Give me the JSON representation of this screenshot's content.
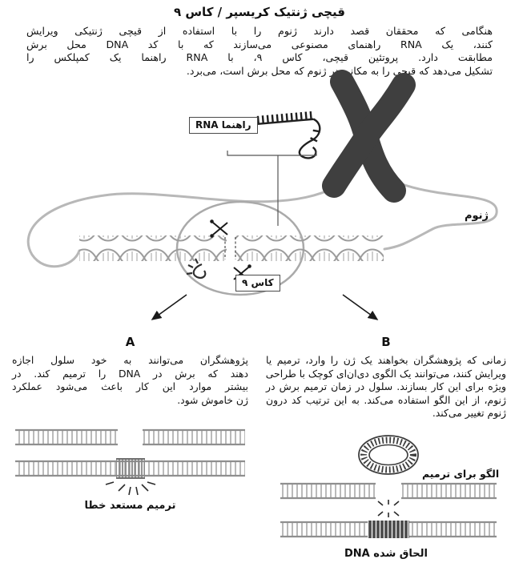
{
  "title": "قیچی ژنتیک کریسپر / کاس ۹",
  "intro": {
    "lines": [
      "هنگامی که محققان قصد دارند ژنوم را با استفاده از قیچی ژنتیکی ویرایش",
      "کنند، یک RNA راهنمای مصنوعی می‌سازند که با کد DNA محل برش",
      "مطابقت دارد. پروتئین قیچی، کاس ۹، با RNA راهنما یک کمپلکس را",
      "تشکیل می‌دهد که قیچی را به مکانی در ژنوم که محل برش است، می‌برد."
    ]
  },
  "diagram_labels": {
    "guide_rna": "RNA راهنما",
    "genome": "ژنوم",
    "cas9": "کاس ۹"
  },
  "section_a": {
    "header": "A",
    "lines": [
      "پژوهشگران می‌توانند به خود سلول اجازه",
      "دهند که برش در DNA را ترمیم کند. در",
      "بیشتر موارد این کار باعث می‌شود عملکرد",
      "ژن خاموش شود."
    ],
    "caption": "ترمیم مستعد خطا"
  },
  "section_b": {
    "header": "B",
    "lines": [
      "زمانی که پژوهشگران بخواهند یک ژن را وارد، ترمیم یا",
      "ویرایش کنند، می‌توانند یک الگوی دی‌ان‌ای کوچک با طراحی",
      "ویژه برای این کار بسازند. سلول در زمان ترمیم برش در",
      "ژنوم، از این الگو استفاده می‌کند. به این ترتیب کد درون",
      "ژنوم تغییر می‌کند."
    ],
    "template_label": "الگو برای ترمیم",
    "caption": "DNA الحاق شده"
  },
  "colors": {
    "chromosome": "#3f3f3f",
    "strand": "#b8b8b8",
    "ladder_rail": "#8f8f8f",
    "ladder_rung": "#b2b2b2",
    "inserted_segment": "#474747",
    "ink": "#1a1a1a"
  }
}
